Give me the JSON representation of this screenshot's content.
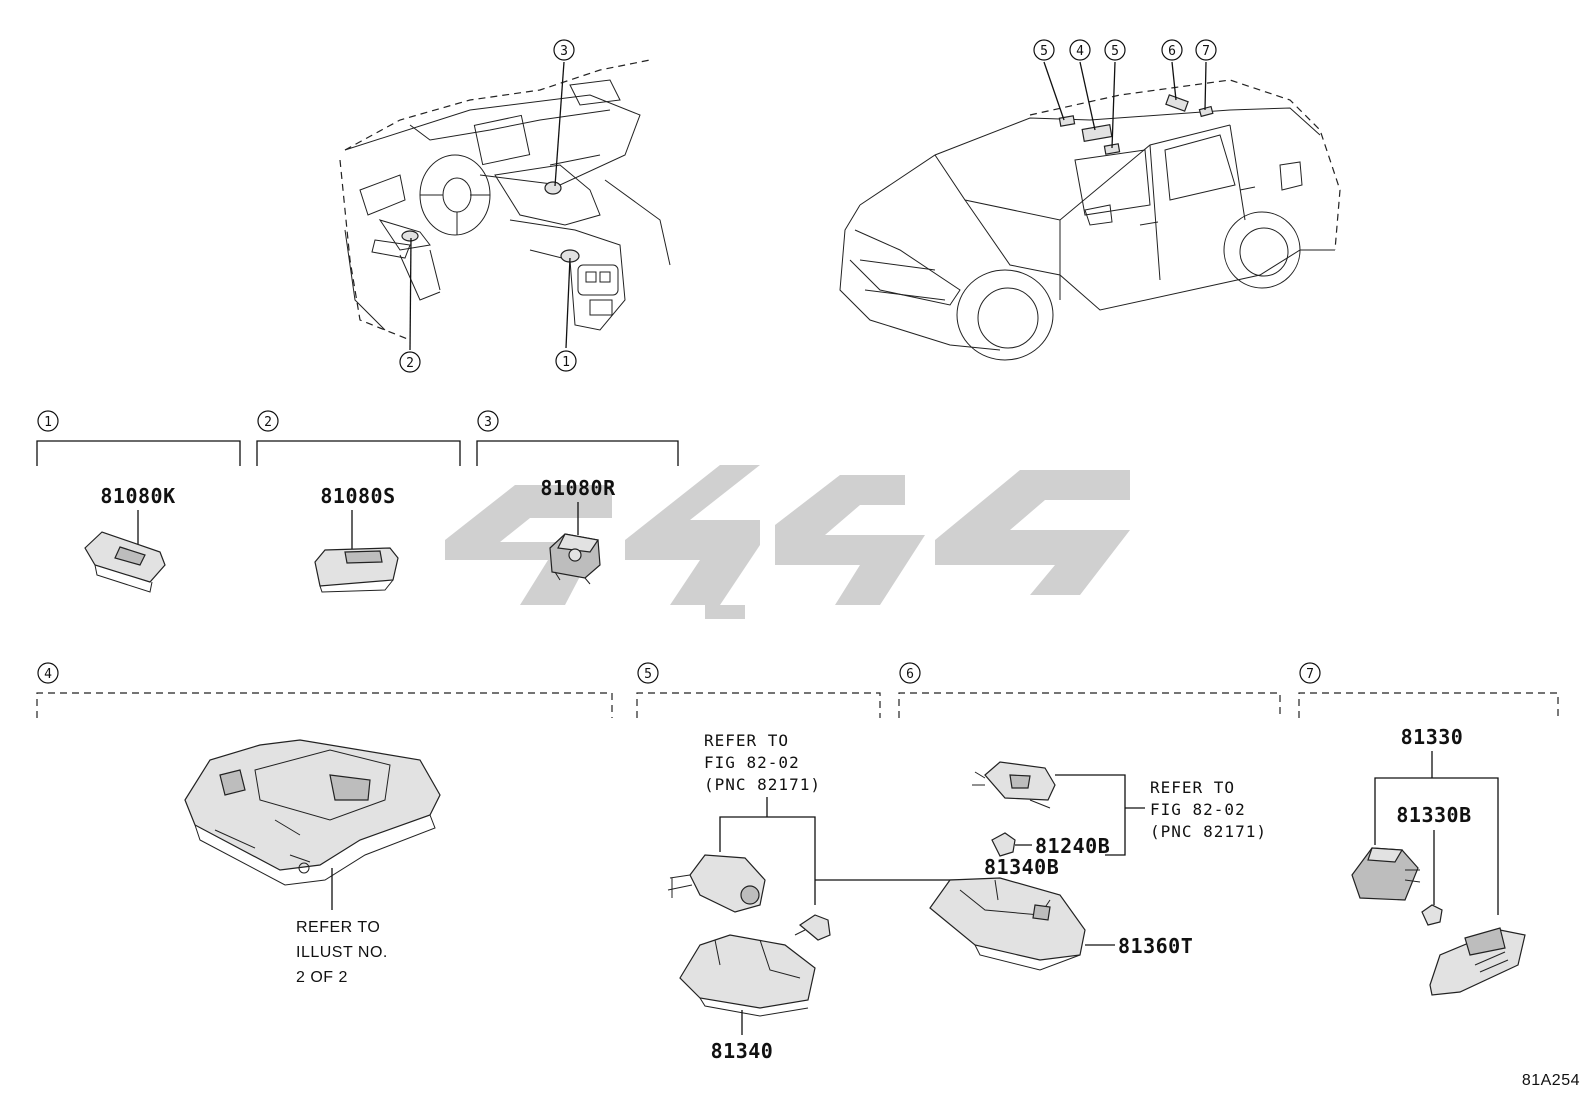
{
  "callouts": [
    "1",
    "2",
    "3",
    "4",
    "5",
    "6",
    "7"
  ],
  "parts": {
    "p1": "81080K",
    "p2": "81080S",
    "p3": "81080R",
    "p5a": "81340B",
    "p5b": "81340",
    "p6a": "81240B",
    "p6b": "81360T",
    "p7a": "81330",
    "p7b": "81330B"
  },
  "refs": {
    "illust": [
      "REFER TO",
      "ILLUST NO.",
      "2 OF 2"
    ],
    "fig5": [
      "REFER TO",
      "FIG 82-02",
      "(PNC 82171)"
    ],
    "fig6": [
      "REFER TO",
      "FIG 82-02",
      "(PNC 82171)"
    ]
  },
  "diagram_id": "81A254"
}
